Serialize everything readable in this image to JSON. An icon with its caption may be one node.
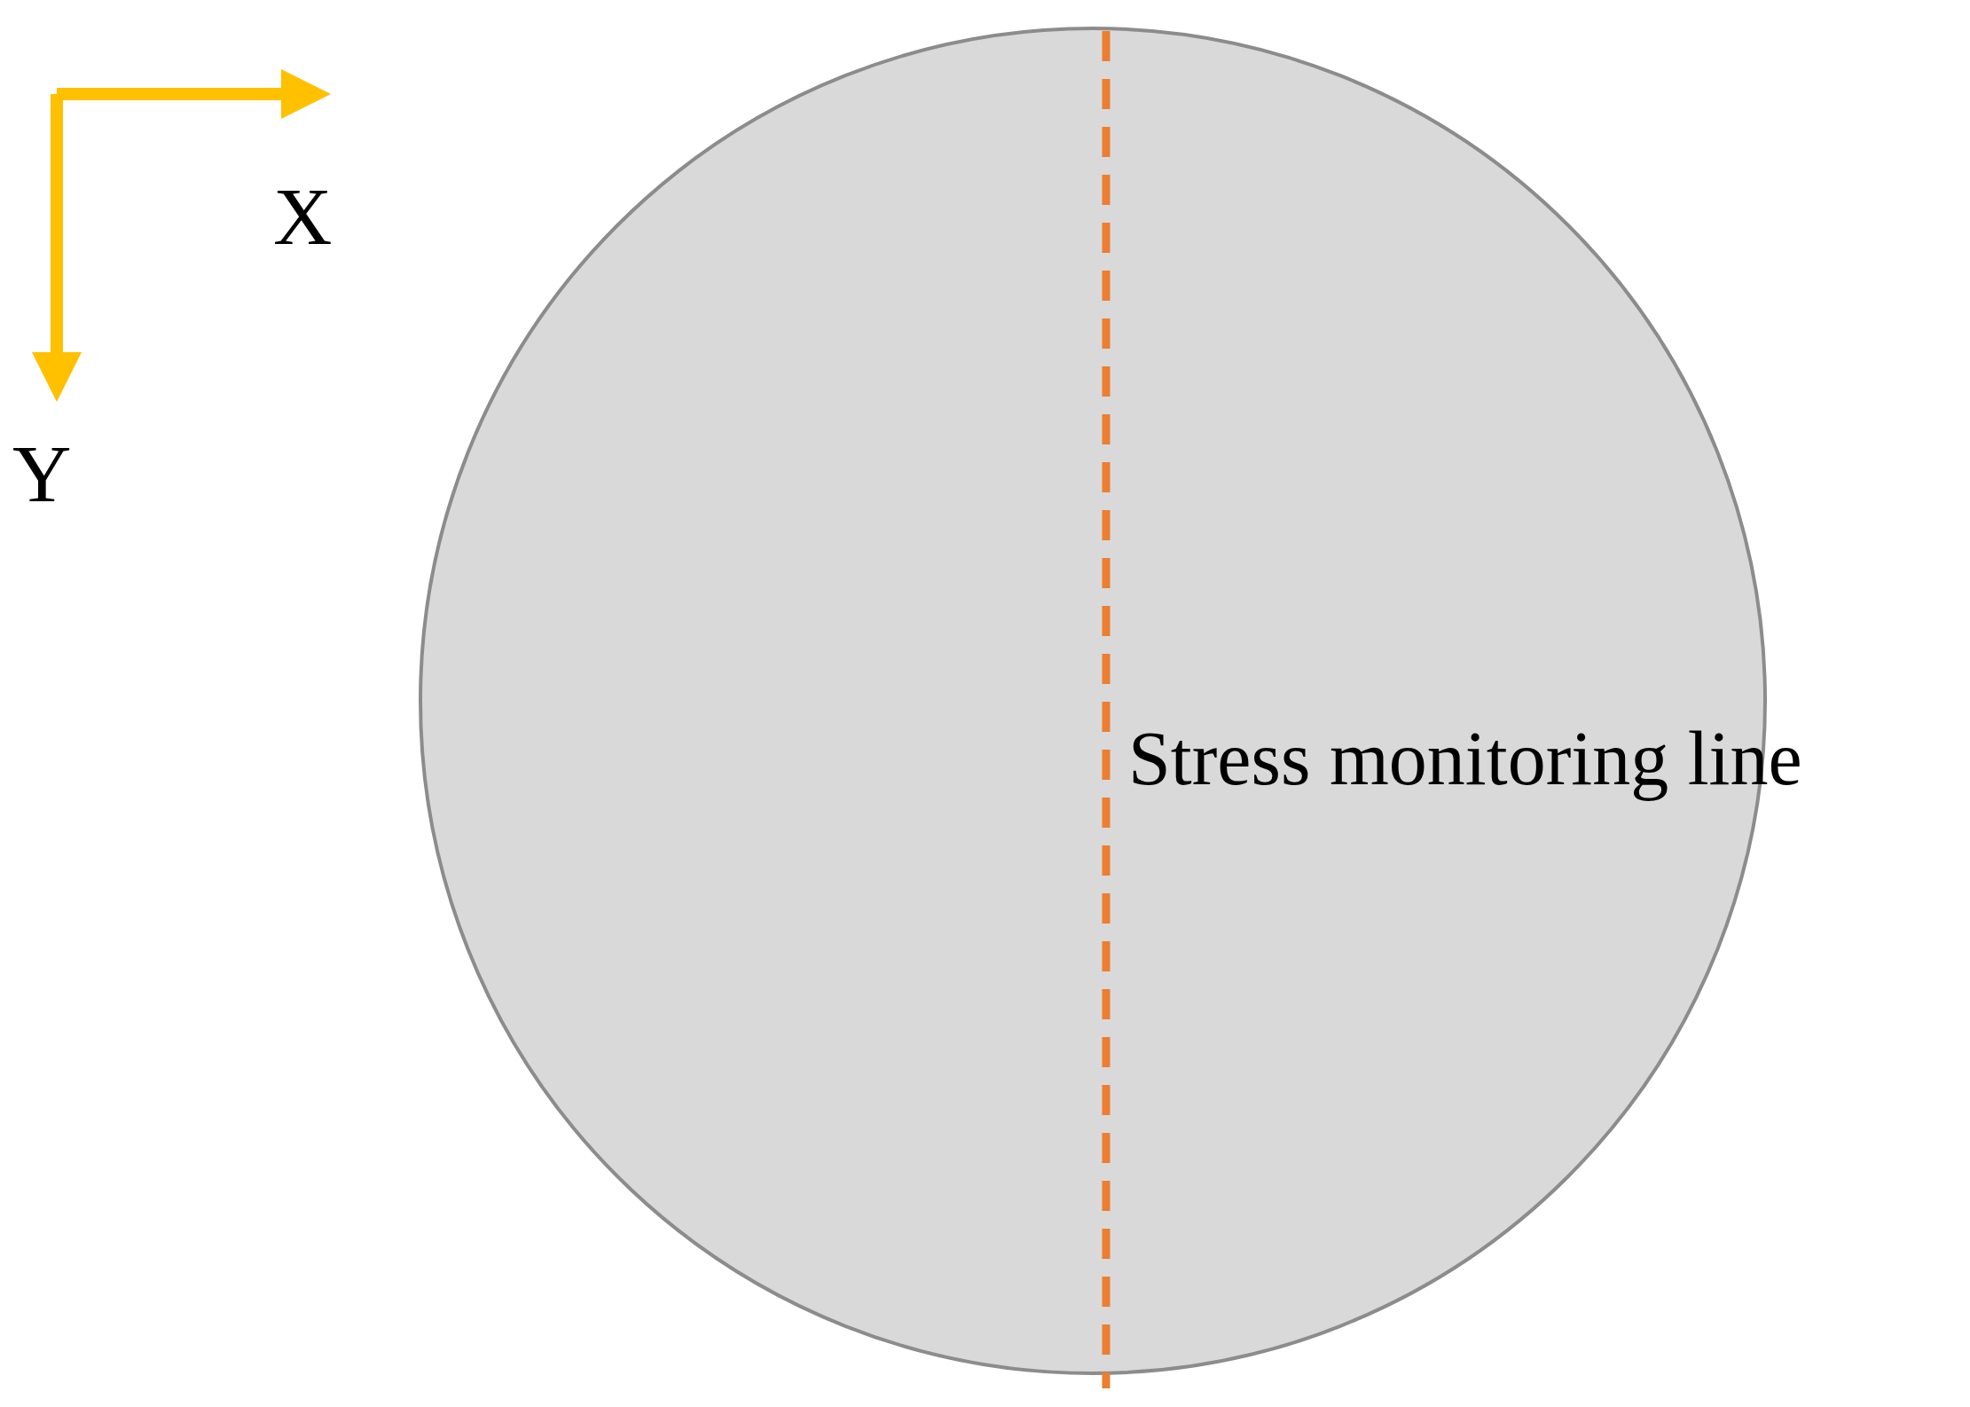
{
  "diagram": {
    "labels": [
      "X",
      "Y",
      "Stress monitoring line"
    ]
  }
}
